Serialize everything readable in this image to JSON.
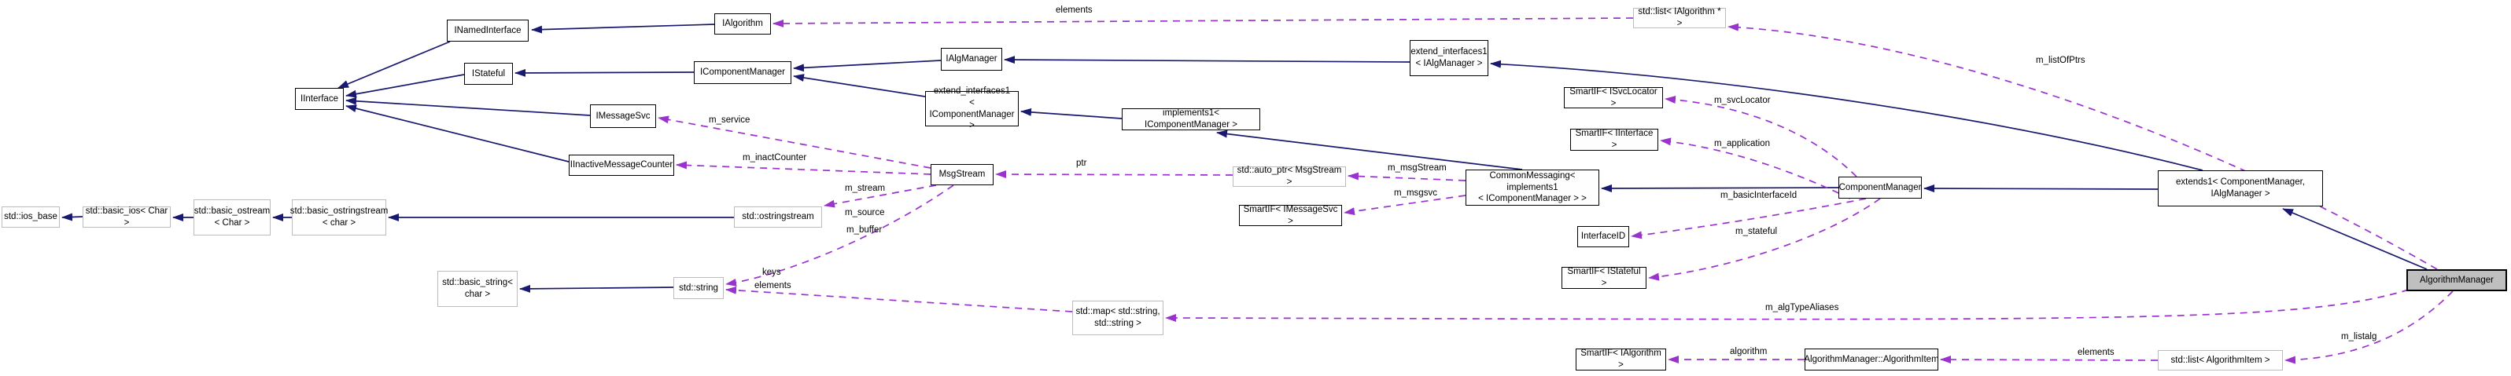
{
  "diagram": {
    "kind": "doxygen-collaboration-graph",
    "focus_node": "AlgorithmManager"
  },
  "colors": {
    "inheritance_edge": "#191970",
    "usage_edge": "#9a32cd",
    "node_fill": "#fefefe",
    "focus_node_fill": "#bfbfbf",
    "node_border": "#000000",
    "external_node_border": "#bcbcbc"
  },
  "nodes": {
    "ios_base": {
      "label": "std::ios_base"
    },
    "basic_ios": {
      "label": "std::basic_ios< Char >"
    },
    "basic_ostream": {
      "label": "std::basic_ostream\n< Char >"
    },
    "basic_ostringstream": {
      "label": "std::basic_ostringstream\n< char >"
    },
    "ostringstream": {
      "label": "std::ostringstream"
    },
    "basic_string": {
      "label": "std::basic_string<\nchar >"
    },
    "string": {
      "label": "std::string"
    },
    "IInterface": {
      "label": "IInterface"
    },
    "INamedInterface": {
      "label": "INamedInterface"
    },
    "IStateful": {
      "label": "IStateful"
    },
    "IMessageSvc": {
      "label": "IMessageSvc"
    },
    "IInactiveMessageCounter": {
      "label": "IInactiveMessageCounter"
    },
    "IAlgorithm": {
      "label": "IAlgorithm"
    },
    "IComponentManager": {
      "label": "IComponentManager"
    },
    "IAlgManager": {
      "label": "IAlgManager"
    },
    "extend_interfaces1_IComponentManager": {
      "label": "extend_interfaces1\n< IComponentManager >"
    },
    "MsgStream": {
      "label": "MsgStream"
    },
    "implements1_IComponentManager": {
      "label": "implements1< IComponentManager >"
    },
    "auto_ptr_MsgStream": {
      "label": "std::auto_ptr< MsgStream >"
    },
    "SmartIF_IMessageSvc": {
      "label": "SmartIF< IMessageSvc >"
    },
    "extend_interfaces1_IAlgManager": {
      "label": "extend_interfaces1\n< IAlgManager >"
    },
    "list_IAlgorithm": {
      "label": "std::list< IAlgorithm * >"
    },
    "SmartIF_ISvcLocator": {
      "label": "SmartIF< ISvcLocator >"
    },
    "SmartIF_IInterface": {
      "label": "SmartIF< IInterface >"
    },
    "CommonMessaging": {
      "label": "CommonMessaging< implements1\n< IComponentManager > >"
    },
    "InterfaceID": {
      "label": "InterfaceID"
    },
    "SmartIF_IStateful": {
      "label": "SmartIF< IStateful >"
    },
    "ComponentManager": {
      "label": "ComponentManager"
    },
    "extends1": {
      "label": "extends1< ComponentManager,\nIAlgManager >"
    },
    "AlgorithmManager": {
      "label": "AlgorithmManager"
    },
    "map_string_string": {
      "label": "std::map< std::string,\nstd::string >"
    },
    "SmartIF_IAlgorithm": {
      "label": "SmartIF< IAlgorithm >"
    },
    "AlgorithmItem": {
      "label": "AlgorithmManager::AlgorithmItem"
    },
    "list_AlgorithmItem": {
      "label": "std::list< AlgorithmItem >"
    }
  },
  "edge_labels": {
    "elements_to_ialgorithm": "elements",
    "m_listOfPtrs": "m_listOfPtrs",
    "m_service": "m_service",
    "m_inactCounter": "m_inactCounter",
    "m_stream": "m_stream",
    "m_source": "m_source",
    "m_buffer": "m_buffer",
    "ptr": "ptr",
    "m_msgStream": "m_msgStream",
    "m_msgsvc": "m_msgsvc",
    "m_svcLocator": "m_svcLocator",
    "m_application": "m_application",
    "m_basicInterfaceId": "m_basicInterfaceId",
    "m_stateful": "m_stateful",
    "keys": "keys",
    "elements_to_string": "elements",
    "m_algTypeAliases": "m_algTypeAliases",
    "m_listalg": "m_listalg",
    "algorithm": "algorithm",
    "elements_to_algorithmitem": "elements"
  },
  "edges": [
    {
      "from": "IAlgorithm",
      "to": "INamedInterface",
      "type": "inheritance"
    },
    {
      "from": "INamedInterface",
      "to": "IInterface",
      "type": "inheritance"
    },
    {
      "from": "IStateful",
      "to": "IInterface",
      "type": "inheritance"
    },
    {
      "from": "IMessageSvc",
      "to": "IInterface",
      "type": "inheritance"
    },
    {
      "from": "IInactiveMessageCounter",
      "to": "IInterface",
      "type": "inheritance"
    },
    {
      "from": "IComponentManager",
      "to": "IStateful",
      "type": "inheritance"
    },
    {
      "from": "IAlgManager",
      "to": "IComponentManager",
      "type": "inheritance"
    },
    {
      "from": "extend_interfaces1_IComponentManager",
      "to": "IComponentManager",
      "type": "inheritance"
    },
    {
      "from": "extend_interfaces1_IAlgManager",
      "to": "IAlgManager",
      "type": "inheritance"
    },
    {
      "from": "implements1_IComponentManager",
      "to": "extend_interfaces1_IComponentManager",
      "type": "inheritance"
    },
    {
      "from": "CommonMessaging",
      "to": "implements1_IComponentManager",
      "type": "inheritance"
    },
    {
      "from": "ComponentManager",
      "to": "CommonMessaging",
      "type": "inheritance"
    },
    {
      "from": "extends1",
      "to": "ComponentManager",
      "type": "inheritance"
    },
    {
      "from": "extends1",
      "to": "extend_interfaces1_IAlgManager",
      "type": "inheritance"
    },
    {
      "from": "AlgorithmManager",
      "to": "extends1",
      "type": "inheritance"
    },
    {
      "from": "basic_ios",
      "to": "ios_base",
      "type": "inheritance"
    },
    {
      "from": "basic_ostream",
      "to": "basic_ios",
      "type": "inheritance"
    },
    {
      "from": "basic_ostringstream",
      "to": "basic_ostream",
      "type": "inheritance"
    },
    {
      "from": "ostringstream",
      "to": "basic_ostringstream",
      "type": "inheritance"
    },
    {
      "from": "string",
      "to": "basic_string",
      "type": "inheritance"
    },
    {
      "from": "list_IAlgorithm",
      "to": "IAlgorithm",
      "type": "usage",
      "label": "elements"
    },
    {
      "from": "AlgorithmManager",
      "to": "list_IAlgorithm",
      "type": "usage",
      "label": "m_listOfPtrs"
    },
    {
      "from": "MsgStream",
      "to": "IMessageSvc",
      "type": "usage",
      "label": "m_service"
    },
    {
      "from": "MsgStream",
      "to": "IInactiveMessageCounter",
      "type": "usage",
      "label": "m_inactCounter"
    },
    {
      "from": "MsgStream",
      "to": "ostringstream",
      "type": "usage",
      "label": "m_stream"
    },
    {
      "from": "MsgStream",
      "to": "string",
      "type": "usage",
      "label": "m_source m_buffer"
    },
    {
      "from": "auto_ptr_MsgStream",
      "to": "MsgStream",
      "type": "usage",
      "label": "ptr"
    },
    {
      "from": "CommonMessaging",
      "to": "auto_ptr_MsgStream",
      "type": "usage",
      "label": "m_msgStream"
    },
    {
      "from": "CommonMessaging",
      "to": "SmartIF_IMessageSvc",
      "type": "usage",
      "label": "m_msgsvc"
    },
    {
      "from": "ComponentManager",
      "to": "SmartIF_ISvcLocator",
      "type": "usage",
      "label": "m_svcLocator"
    },
    {
      "from": "ComponentManager",
      "to": "SmartIF_IInterface",
      "type": "usage",
      "label": "m_application"
    },
    {
      "from": "ComponentManager",
      "to": "InterfaceID",
      "type": "usage",
      "label": "m_basicInterfaceId"
    },
    {
      "from": "ComponentManager",
      "to": "SmartIF_IStateful",
      "type": "usage",
      "label": "m_stateful"
    },
    {
      "from": "AlgorithmManager",
      "to": "map_string_string",
      "type": "usage",
      "label": "m_algTypeAliases"
    },
    {
      "from": "map_string_string",
      "to": "string",
      "type": "usage",
      "label": "keys elements"
    },
    {
      "from": "AlgorithmManager",
      "to": "list_AlgorithmItem",
      "type": "usage",
      "label": "m_listalg"
    },
    {
      "from": "list_AlgorithmItem",
      "to": "AlgorithmItem",
      "type": "usage",
      "label": "elements"
    },
    {
      "from": "AlgorithmItem",
      "to": "SmartIF_IAlgorithm",
      "type": "usage",
      "label": "algorithm"
    }
  ]
}
